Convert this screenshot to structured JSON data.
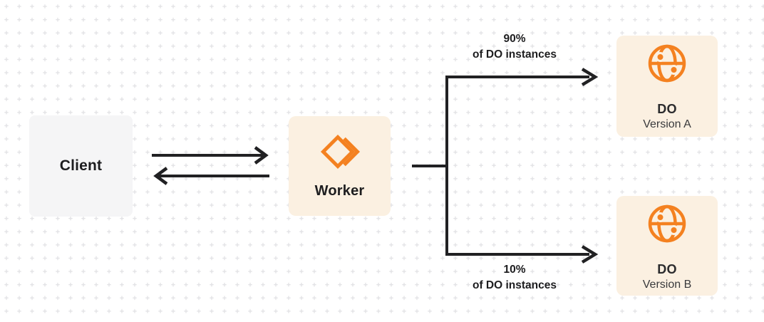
{
  "diagram": {
    "nodes": {
      "client": {
        "label": "Client"
      },
      "worker": {
        "label": "Worker",
        "icon": "workers-chevrons-icon"
      },
      "do_version_a": {
        "title": "DO",
        "subtitle": "Version A",
        "icon": "durable-object-globe-icon"
      },
      "do_version_b": {
        "title": "DO",
        "subtitle": "Version B",
        "icon": "durable-object-globe-icon"
      }
    },
    "edges": {
      "client_worker": {
        "type": "bidirectional-arrows"
      },
      "top_branch": {
        "percent": "90%",
        "caption": "of DO instances"
      },
      "bottom_branch": {
        "percent": "10%",
        "caption": "of DO instances"
      }
    },
    "colors": {
      "accent_orange": "#F48120",
      "line_dark": "#212123",
      "cream_box_bg": "#FBF0E1",
      "client_box_bg": "#F5F5F6",
      "dot_grid": "#E2E2E5",
      "text_primary": "#1D1D1F",
      "text_secondary": "#3A3A3C"
    }
  }
}
